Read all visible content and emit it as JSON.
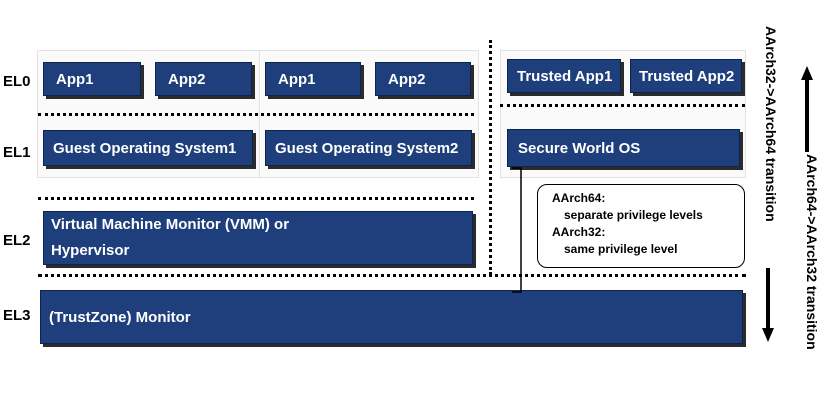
{
  "levels": {
    "el0": "EL0",
    "el1": "EL1",
    "el2": "EL2",
    "el3": "EL3"
  },
  "vm1": {
    "app1": "App1",
    "app2": "App2",
    "os": "Guest Operating System1"
  },
  "vm2": {
    "app1": "App1",
    "app2": "App2",
    "os": "Guest Operating System2"
  },
  "secure": {
    "app1": "Trusted App1",
    "app2": "Trusted App2",
    "os": "Secure World OS"
  },
  "hypervisor": {
    "line1": "Virtual Machine Monitor (VMM) or",
    "line2": "Hypervisor"
  },
  "monitor": {
    "label": "(TrustZone) Monitor"
  },
  "note": {
    "aarch64_title": "AArch64:",
    "aarch64_text": "separate privilege levels",
    "aarch32_title": "AArch32:",
    "aarch32_text": "same privilege level"
  },
  "transitions": {
    "up_label": "AArch32->AArch64 transition",
    "down_label": "AArch64->AArch32 transition"
  },
  "colors": {
    "box_fill": "#1e3f7c",
    "box_border": "#0e2450",
    "box_text": "#ffffff"
  }
}
